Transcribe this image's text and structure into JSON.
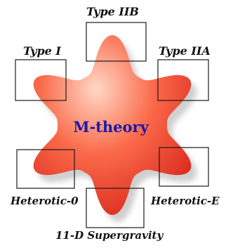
{
  "diagram": {
    "center_label": "M-theory",
    "blob_colors": {
      "highlight": "#ffd8c6",
      "mid": "#fb6a4a",
      "edge": "#d8241a",
      "shadow": "#a8a8a8"
    },
    "limits": [
      {
        "id": "type-iib",
        "label": "Type IIB"
      },
      {
        "id": "type-iia",
        "label": "Type IIA"
      },
      {
        "id": "heterotic-e",
        "label": "Heterotic-E"
      },
      {
        "id": "11d-supergravity",
        "label": "11-D Supergravity"
      },
      {
        "id": "heterotic-0",
        "label": "Heterotic-0"
      },
      {
        "id": "type-i",
        "label": "Type I"
      }
    ]
  }
}
